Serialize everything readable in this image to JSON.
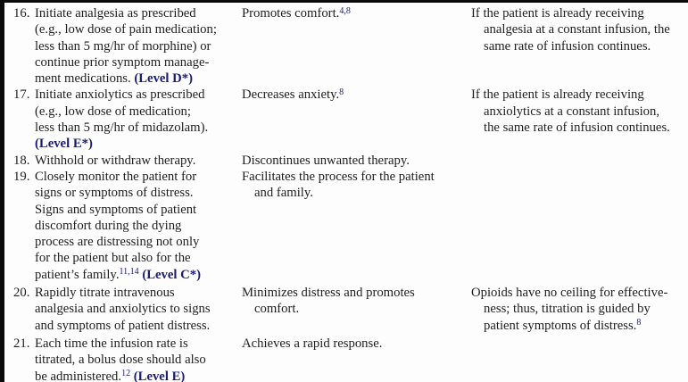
{
  "colors": {
    "level_blue": "#1b1b77",
    "text": "#1e1e1e",
    "border": "#0a0a0a"
  },
  "table": {
    "rows": [
      {
        "num": "16.",
        "intervention": [
          {
            "indent": 0,
            "segs": [
              "Initiate analgesia as prescribed"
            ]
          },
          {
            "indent": 0,
            "segs": [
              "(e.g., low dose of pain medication;"
            ]
          },
          {
            "indent": 0,
            "segs": [
              "less than 5 mg/hr of morphine) or"
            ]
          },
          {
            "indent": 0,
            "segs": [
              "continue prior symptom manage-"
            ]
          },
          {
            "indent": 0,
            "segs": [
              "ment medications. ",
              {
                "t": "(Level D*)",
                "s": "level"
              }
            ]
          }
        ],
        "rationale": [
          {
            "indent": 0,
            "segs": [
              "Promotes comfort.",
              {
                "t": "4,8",
                "s": "sup"
              }
            ]
          }
        ],
        "notes": [
          {
            "indent": 0,
            "segs": [
              "If the patient is already receiving"
            ]
          },
          {
            "indent": 1,
            "segs": [
              "analgesia at a constant infusion, the"
            ]
          },
          {
            "indent": 1,
            "segs": [
              "same rate of infusion continues."
            ]
          }
        ]
      },
      {
        "num": "17.",
        "intervention": [
          {
            "indent": 0,
            "segs": [
              "Initiate anxiolytics as prescribed"
            ]
          },
          {
            "indent": 0,
            "segs": [
              "(e.g., low dose of medication;"
            ]
          },
          {
            "indent": 0,
            "segs": [
              "less than 5 mg/hr of midazolam)."
            ]
          },
          {
            "indent": 0,
            "segs": [
              {
                "t": "(Level E*)",
                "s": "level"
              }
            ]
          }
        ],
        "rationale": [
          {
            "indent": 0,
            "segs": [
              "Decreases anxiety.",
              {
                "t": "8",
                "s": "sup"
              }
            ]
          }
        ],
        "notes": [
          {
            "indent": 0,
            "segs": [
              "If the patient is already receiving"
            ]
          },
          {
            "indent": 1,
            "segs": [
              "anxiolytics at a constant infusion,"
            ]
          },
          {
            "indent": 1,
            "segs": [
              "the same rate of infusion continues."
            ]
          }
        ]
      },
      {
        "num": "18.",
        "intervention": [
          {
            "indent": 0,
            "segs": [
              "Withhold or withdraw therapy."
            ]
          }
        ],
        "rationale": [
          {
            "indent": 0,
            "segs": [
              "Discontinues unwanted therapy."
            ]
          }
        ],
        "notes": []
      },
      {
        "num": "19.",
        "intervention": [
          {
            "indent": 0,
            "segs": [
              "Closely monitor the patient for"
            ]
          },
          {
            "indent": 0,
            "segs": [
              "signs or symptoms of distress."
            ]
          },
          {
            "indent": 0,
            "segs": [
              "Signs and symptoms of patient"
            ]
          },
          {
            "indent": 0,
            "segs": [
              "discomfort during the dying"
            ]
          },
          {
            "indent": 0,
            "segs": [
              "process are distressing not only"
            ]
          },
          {
            "indent": 0,
            "segs": [
              "for the patient but also for the"
            ]
          },
          {
            "indent": 0,
            "segs": [
              "patient’s family.",
              {
                "t": "11,14",
                "s": "sup"
              },
              " ",
              {
                "t": "(Level C*)",
                "s": "level"
              }
            ]
          }
        ],
        "rationale": [
          {
            "indent": 0,
            "segs": [
              "Facilitates the process for the patient"
            ]
          },
          {
            "indent": 1,
            "segs": [
              "and family."
            ]
          }
        ],
        "notes": []
      },
      {
        "num": "20.",
        "intervention": [
          {
            "indent": 0,
            "segs": [
              "Rapidly titrate intravenous"
            ]
          },
          {
            "indent": 0,
            "segs": [
              "analgesia and anxiolytics to signs"
            ]
          },
          {
            "indent": 0,
            "segs": [
              "and symptoms of patient distress."
            ]
          }
        ],
        "rationale": [
          {
            "indent": 0,
            "segs": [
              "Minimizes distress and promotes"
            ]
          },
          {
            "indent": 1,
            "segs": [
              "comfort."
            ]
          }
        ],
        "notes": [
          {
            "indent": 0,
            "segs": [
              "Opioids have no ceiling for effective-"
            ]
          },
          {
            "indent": 1,
            "segs": [
              "ness; thus, titration is guided by"
            ]
          },
          {
            "indent": 1,
            "segs": [
              "patient symptoms of distress.",
              {
                "t": "8",
                "s": "sup"
              }
            ]
          }
        ]
      },
      {
        "num": "21.",
        "intervention": [
          {
            "indent": 0,
            "segs": [
              "Each time the infusion rate is"
            ]
          },
          {
            "indent": 0,
            "segs": [
              "titrated, a bolus dose should also"
            ]
          },
          {
            "indent": 0,
            "segs": [
              "be administered.",
              {
                "t": "12",
                "s": "sup"
              },
              " ",
              {
                "t": "(Level E)",
                "s": "level"
              }
            ]
          }
        ],
        "rationale": [
          {
            "indent": 0,
            "segs": [
              "Achieves a rapid response."
            ]
          }
        ],
        "notes": []
      }
    ]
  }
}
